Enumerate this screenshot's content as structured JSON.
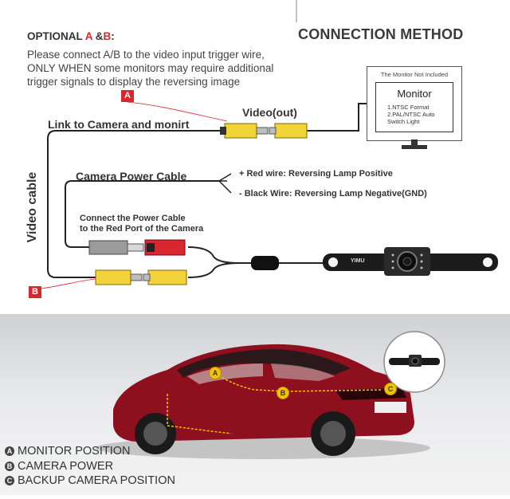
{
  "title": "CONNECTION METHOD",
  "optional": {
    "prefix": "OPTIONAL ",
    "a": "A",
    "amp": " &",
    "b": "B",
    "suffix": ":",
    "lines": [
      "Please connect A/B to the video input trigger wire,",
      "ONLY WHEN some monitors may require additional",
      "trigger signals to display the reversing image"
    ]
  },
  "markers": {
    "a": "A",
    "b": "B",
    "c": "C"
  },
  "labels": {
    "video_out": "Video(out)",
    "link": "Link to Camera and monirt",
    "video_cable": "Video cable",
    "power_cable": "Camera Power Cable",
    "red_wire": "+ Red wire: Reversing Lamp Positive",
    "black_wire": "- Black Wire: Reversing Lamp Negative(GND)",
    "connect_power": [
      "Connect the Power Cable",
      "to the Red Port of the Camera"
    ],
    "camera_brand": "YIMU"
  },
  "monitor": {
    "not_included": "The Monitor Not Included",
    "title": "Monitor",
    "features": [
      "1.NTSC Format",
      "2.PAL/NTSC Auto",
      "Switch Light"
    ]
  },
  "legend": [
    {
      "marker": "A",
      "text": "MONITOR POSITION"
    },
    {
      "marker": "B",
      "text": "CAMERA POWER"
    },
    {
      "marker": "C",
      "text": "BACKUP CAMERA POSITION"
    }
  ],
  "colors": {
    "accent_red": "#d9262f",
    "connector_yellow": "#f2d43a",
    "car_red": "#8e0f1d",
    "marker_yellow": "#f2c400"
  }
}
